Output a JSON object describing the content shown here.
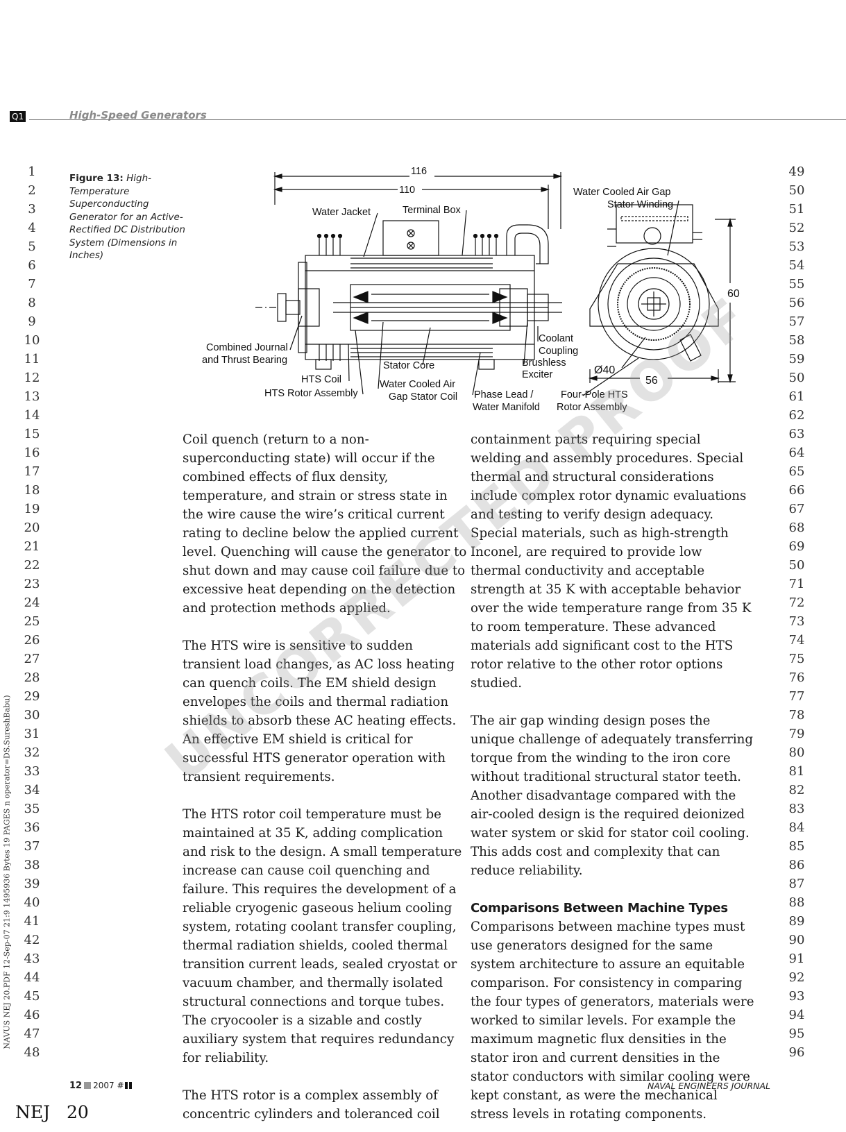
{
  "header": {
    "badge": "Q1",
    "running_head": "High-Speed Generators"
  },
  "line_numbers": {
    "left": [
      "1",
      "2",
      "3",
      "4",
      "5",
      "6",
      "7",
      "8",
      "9",
      "10",
      "11",
      "12",
      "13",
      "14",
      "15",
      "16",
      "17",
      "18",
      "19",
      "20",
      "21",
      "22",
      "23",
      "24",
      "25",
      "26",
      "27",
      "28",
      "29",
      "30",
      "31",
      "32",
      "33",
      "34",
      "35",
      "36",
      "37",
      "38",
      "39",
      "40",
      "41",
      "42",
      "43",
      "44",
      "45",
      "46",
      "47",
      "48"
    ],
    "right": [
      "49",
      "50",
      "51",
      "52",
      "53",
      "54",
      "55",
      "56",
      "57",
      "58",
      "59",
      "50",
      "61",
      "62",
      "63",
      "64",
      "65",
      "66",
      "67",
      "68",
      "69",
      "50",
      "71",
      "72",
      "73",
      "74",
      "75",
      "76",
      "77",
      "78",
      "79",
      "80",
      "81",
      "82",
      "83",
      "84",
      "85",
      "86",
      "87",
      "88",
      "89",
      "90",
      "91",
      "92",
      "93",
      "94",
      "95",
      "96"
    ]
  },
  "figure": {
    "caption_label": "Figure 13:",
    "caption_text": "High-Temperature Superconducting Generator for an Active-Rectified DC Distribution System (Dimensions in Inches)",
    "labels": {
      "dim_116": "116",
      "dim_110": "110",
      "water_jacket": "Water Jacket",
      "terminal_box": "Terminal Box",
      "water_cooled_gap_1": "Water Cooled Air Gap",
      "water_cooled_gap_2": "Stator Winding",
      "dim_60": "60",
      "coolant_1": "Coolant",
      "coolant_2": "Coupling",
      "brushless_1": "Brushless",
      "brushless_2": "Exciter",
      "dim_40": "Ø40",
      "dim_56": "56",
      "bearing_1": "Combined Journal",
      "bearing_2": "and Thrust Bearing",
      "stator_core": "Stator Core",
      "hts_coil": "HTS Coil",
      "hts_rotor": "HTS Rotor Assembly",
      "wc_stator_1": "Water Cooled Air",
      "wc_stator_2": "Gap Stator Coil",
      "phase_1": "Phase Lead /",
      "phase_2": "Water Manifold",
      "fourpole_1": "Four-Pole HTS",
      "fourpole_2": "Rotor Assembly"
    }
  },
  "body": {
    "col1": {
      "p1": "Coil quench (return to a non-superconducting state) will occur if the combined effects of flux density, temperature, and strain or stress state in the wire cause the wire’s critical current rating to decline below the applied current level. Quenching will cause the generator to shut down and may cause coil failure due to excessive heat depending on the detection and protection methods applied.",
      "p2": "The HTS wire is sensitive to sudden transient load changes, as AC loss heating can quench coils. The EM shield design envelopes the coils and thermal radiation shields to absorb these AC heating effects. An effective EM shield is critical for successful HTS generator operation with transient requirements.",
      "p3": "The HTS rotor coil temperature must be maintained at 35 K, adding complication and risk to the design. A small temperature increase can cause coil quenching and failure. This requires the development of a reliable cryogenic gaseous helium cooling system, rotating coolant transfer coupling, thermal radiation shields, cooled thermal transition current leads, sealed cryostat or vacuum chamber, and thermally isolated structural connections and torque tubes. The cryocooler is a sizable and costly auxiliary system that requires redundancy for reliability.",
      "p4": "The HTS rotor is a complex assembly of concentric cylinders and toleranced coil"
    },
    "col2": {
      "p1": "containment parts requiring special welding and assembly procedures. Special thermal and structural considerations include complex rotor dynamic evaluations and testing to verify design adequacy. Special materials, such as high-strength Inconel, are required to provide low thermal conductivity and acceptable strength at 35 K with acceptable behavior over the wide temperature range from 35 K to room temperature. These advanced materials add significant cost to the HTS rotor relative to the other rotor options studied.",
      "p2": "The air gap winding design poses the unique challenge of adequately transferring torque from the winding to the iron core without traditional structural stator teeth. Another disadvantage compared with the air-cooled design is the required deionized water system or skid for stator coil cooling. This adds cost and complexity that can reduce reliability.",
      "heading": "Comparisons Between Machine Types",
      "p3": "Comparisons between machine types must use generators designed for the same system architecture to assure an equitable comparison. For consistency in comparing the four types of generators, materials were worked to similar levels. For example the maximum magnetic flux densities in the stator iron and current densities in the stator conductors with similar cooling were kept constant, as were the mechanical stress levels in rotating components."
    }
  },
  "footer": {
    "page_number": "12",
    "issue": "2007 #",
    "journal": "NAVAL ENGINEERS JOURNAL",
    "nej_mark": "NEJ   20",
    "side_info": "NAVUS NEJ 20.PDF 12-Sep-07 21:9 1495936 Bytes 19 PAGES n operator=DS.SureshBabu)"
  },
  "watermark": "UNCORRECTED PROOF"
}
